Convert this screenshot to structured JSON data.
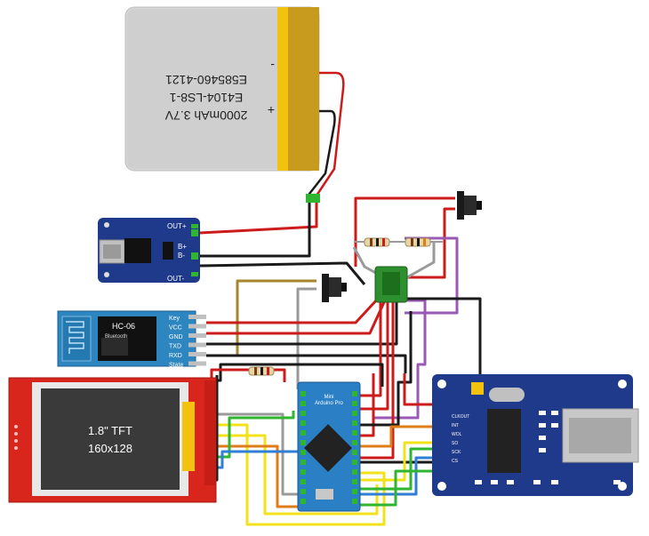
{
  "battery": {
    "label_capacity": "2000mAh 3.7V",
    "label_model1": "E4104-LS8-1",
    "label_model2": "E585460-4121",
    "plus": "+",
    "minus": "-"
  },
  "charger": {
    "out_plus": "OUT+",
    "out_minus": "OUT-",
    "b_plus": "B+",
    "b_minus": "B-"
  },
  "bluetooth": {
    "name": "HC-06",
    "sub": "Bluetooth",
    "pins": [
      "Key",
      "VCC",
      "GND",
      "TXD",
      "RXD",
      "State"
    ]
  },
  "tft": {
    "line1": "1.8\" TFT",
    "line2": "160x128"
  },
  "arduino": {
    "title": "Arduino Pro",
    "sub": "Mini"
  },
  "ethernet": {
    "pins": [
      "CLKOUT",
      "INT",
      "WOL",
      "SO",
      "SCK",
      "CS"
    ]
  },
  "colors": {
    "red": "#cc1b1b",
    "black": "#1a1a1a",
    "yellow": "#f2e21a",
    "green": "#2fb52f",
    "blue": "#2f7fd6",
    "orange": "#e07d1b",
    "purple": "#9b59b6",
    "gray": "#9a9a9a",
    "brown": "#a5852d",
    "pcb_blue": "#1f3a8a",
    "pcb_red": "#d9261c",
    "battery_gold": "#c89b1e"
  }
}
